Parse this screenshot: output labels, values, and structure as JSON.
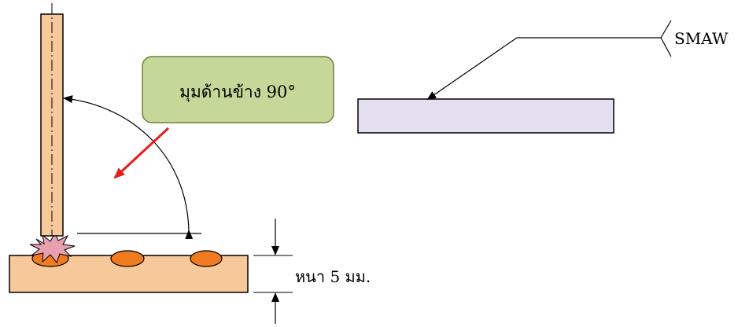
{
  "callout": {
    "text": "มุมด้านข้าง 90°"
  },
  "thickness": {
    "text": "หนา 5 มม."
  },
  "weld_symbol": {
    "process": "SMAW"
  },
  "colors": {
    "electrode_fill": "#f6c89a",
    "plate_fill": "#f6c89a",
    "bead_fill": "#f07a1e",
    "spatter_fill": "#e8a0b0",
    "callout_fill": "#c5d89a",
    "callout_border": "#6e7f35",
    "direction_arrow": "#e81c1c",
    "symbol_plate_fill": "#e4e0ef",
    "line": "#000000"
  }
}
